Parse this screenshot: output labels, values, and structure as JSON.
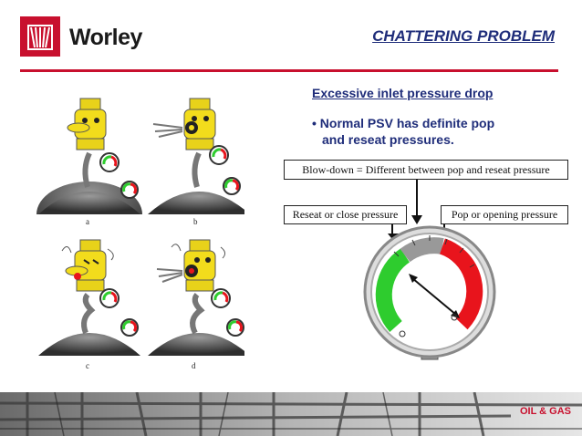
{
  "brand": {
    "name": "Worley"
  },
  "title": "CHATTERING PROBLEM",
  "subtitle": "Excessive inlet pressure drop",
  "bullet": {
    "line1": "• Normal PSV has definite pop",
    "line2": "and reseat pressures."
  },
  "boxes": {
    "blowdown": "Blow-down = Different between pop and reseat pressure",
    "reseat": "Reseat or close pressure",
    "pop": "Pop or opening pressure"
  },
  "figure": {
    "labels": [
      "a",
      "b",
      "c",
      "d"
    ]
  },
  "footer": "OIL & GAS",
  "colors": {
    "brand_red": "#c8102e",
    "title_blue": "#1f2d7a",
    "gauge_green": "#2ecc2e",
    "gauge_red": "#e8141c",
    "gauge_gray": "#999999"
  }
}
